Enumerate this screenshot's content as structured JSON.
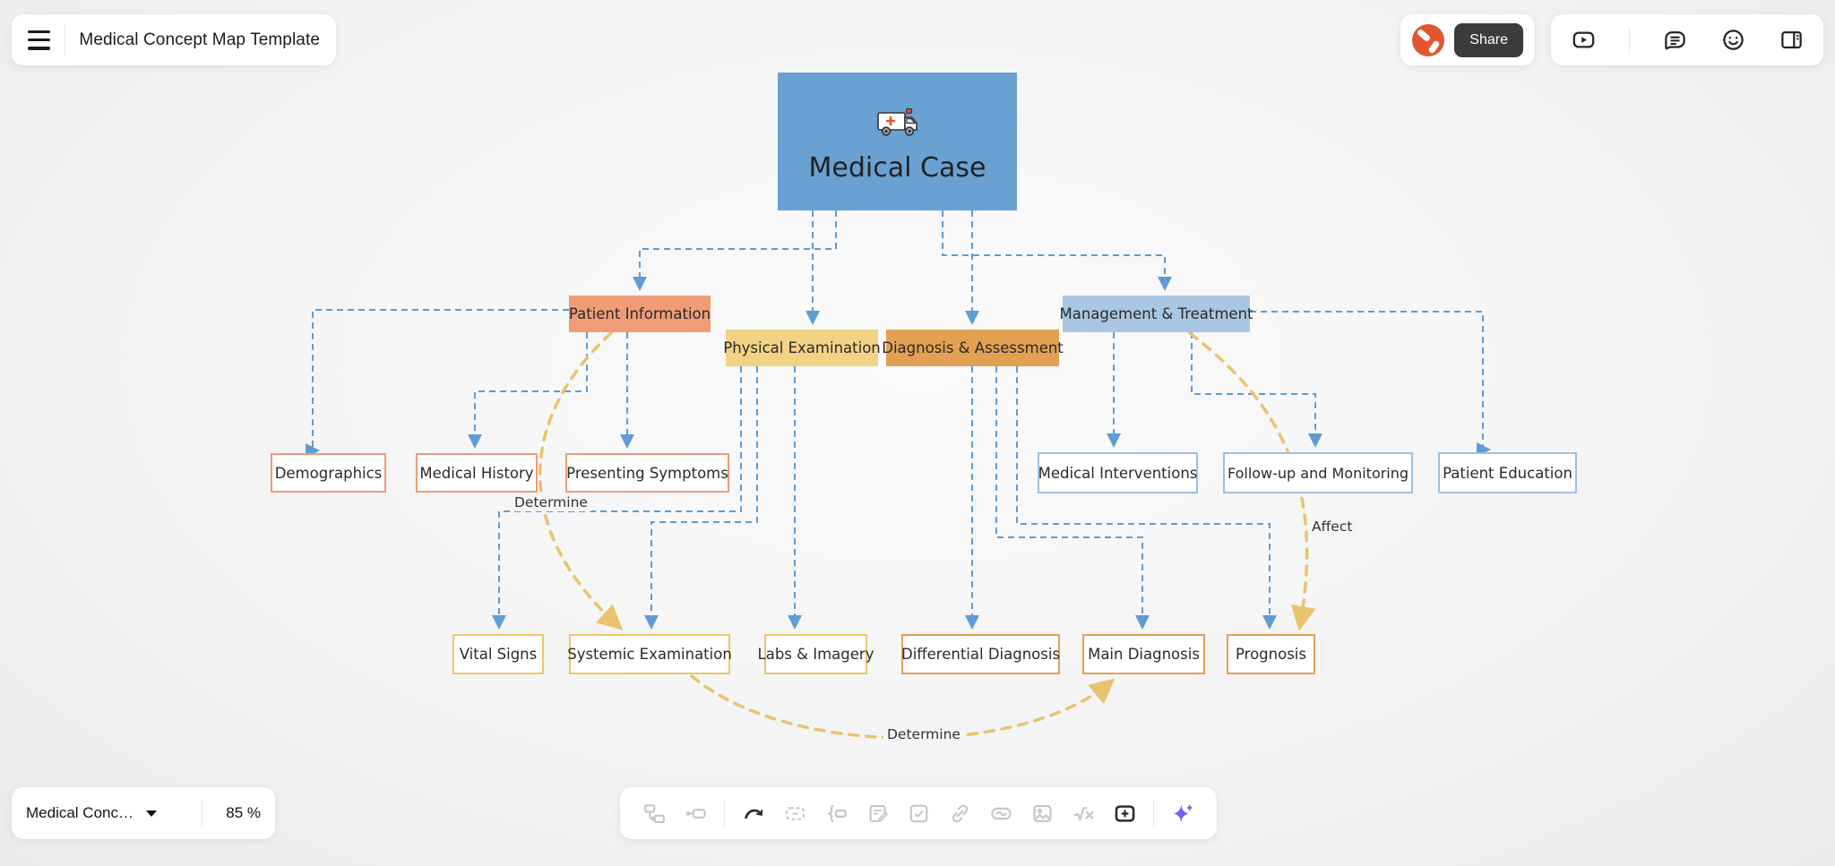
{
  "header": {
    "doc_title": "Medical Concept Map Template",
    "share_label": "Share"
  },
  "header_icons": [
    "video-tutorial-icon",
    "comments-icon",
    "emoji-reactions-icon",
    "panel-layout-icon"
  ],
  "nodes": {
    "root": "Medical Case",
    "level2": [
      "Patient Information",
      "Physical Examination",
      "Diagnosis & Assessment",
      "Management & Treatment"
    ],
    "level3": [
      "Demographics",
      "Medical History",
      "Presenting Symptoms",
      "Medical Interventions",
      "Follow-up and Monitoring",
      "Patient Education"
    ],
    "level4": [
      "Vital Signs",
      "Systemic Examination",
      "Labs & Imagery",
      "Differential Diagnosis",
      "Main Diagnosis",
      "Prognosis"
    ]
  },
  "edge_labels": {
    "determine_left": "Determine",
    "affect": "Affect",
    "determine_bottom": "Determine"
  },
  "footer": {
    "board_name": "Medical Conc…",
    "zoom_level": "85 %"
  },
  "toolbar_icons": [
    "shape-connector",
    "dot-connector",
    "curved-connector",
    "dashed-shape",
    "bracket-label",
    "note-edit",
    "checkbox",
    "link",
    "sticker-oval",
    "image",
    "formula",
    "add-frame",
    "ai-assistant"
  ],
  "colors": {
    "root_fill": "#69A1D3",
    "salmon_fill": "#EF9C77",
    "gold_fill": "#F2D284",
    "orange_fill": "#E2A052",
    "blue_fill": "#A9C7E3",
    "salmon_border": "#F09B76",
    "blue_border": "#9CC1E4",
    "gold_border": "#EDC76A",
    "orange_border": "#E3A051",
    "edge_blue": "#5E9CD3",
    "edge_gold": "#EAC36E",
    "share_button_bg": "#3B3B3B",
    "ai_purple": "#7E5AF0",
    "avatar_orange": "#E2562F"
  }
}
